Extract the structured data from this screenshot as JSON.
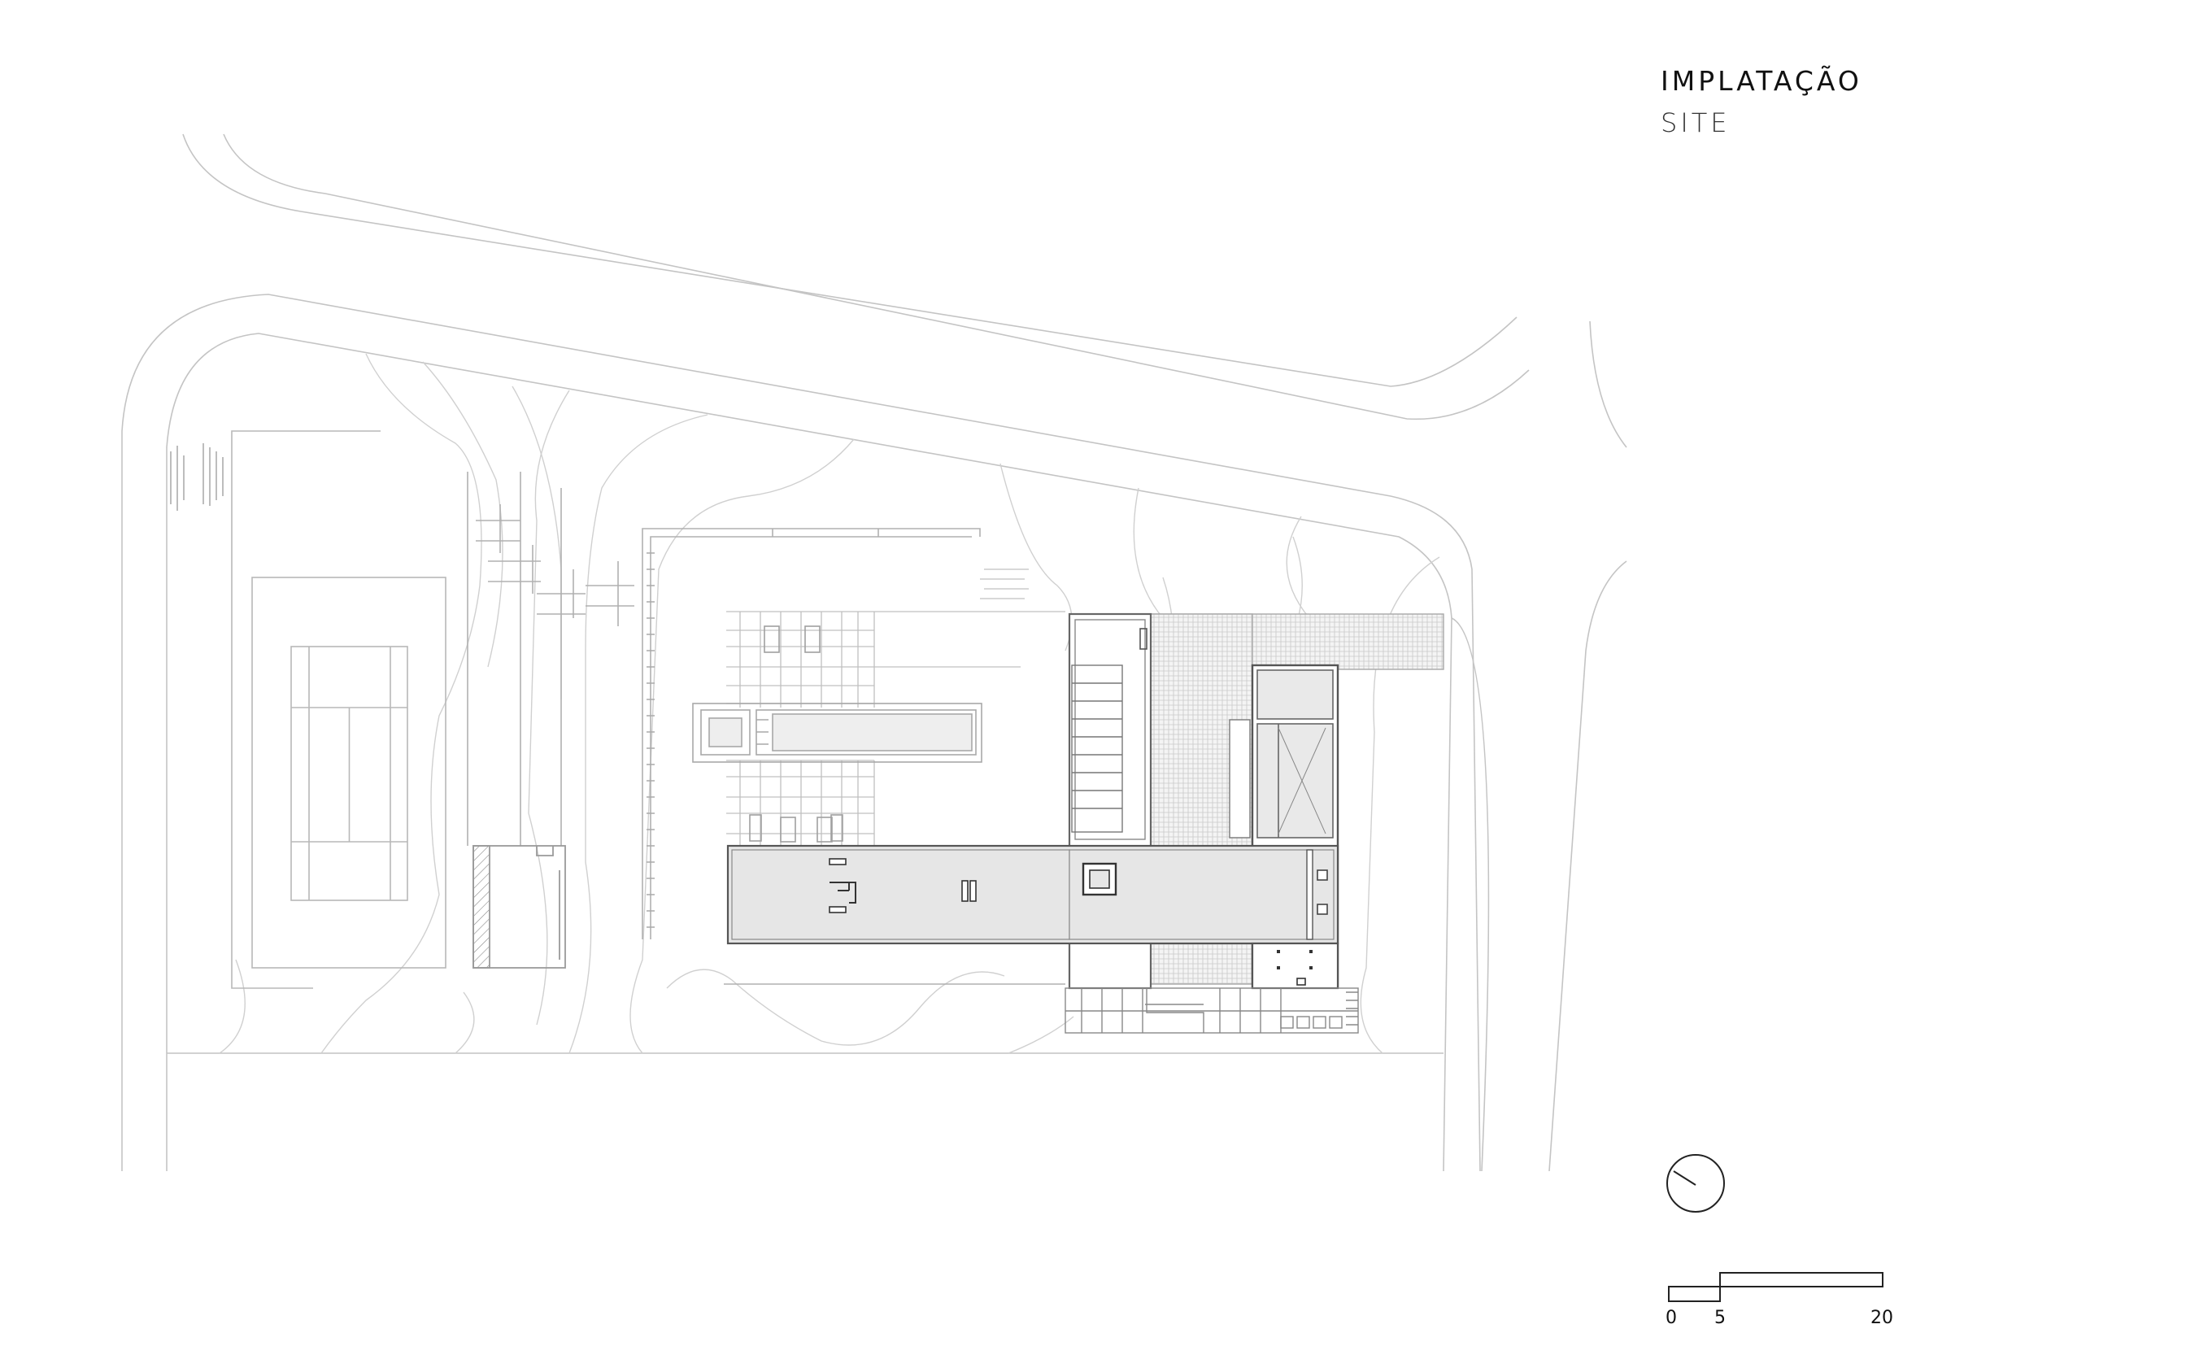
{
  "title": {
    "main": "IMPLATAÇÃO",
    "sub": "SITE"
  },
  "scale_bar": {
    "labels": [
      "0",
      "5",
      "20"
    ]
  },
  "icons": {
    "north": "north-arrow-icon"
  },
  "colors": {
    "line": "#b8b8b8",
    "line_dark": "#555555",
    "roof_fill": "#e6e6e6",
    "pool_fill": "#eeeeee"
  }
}
